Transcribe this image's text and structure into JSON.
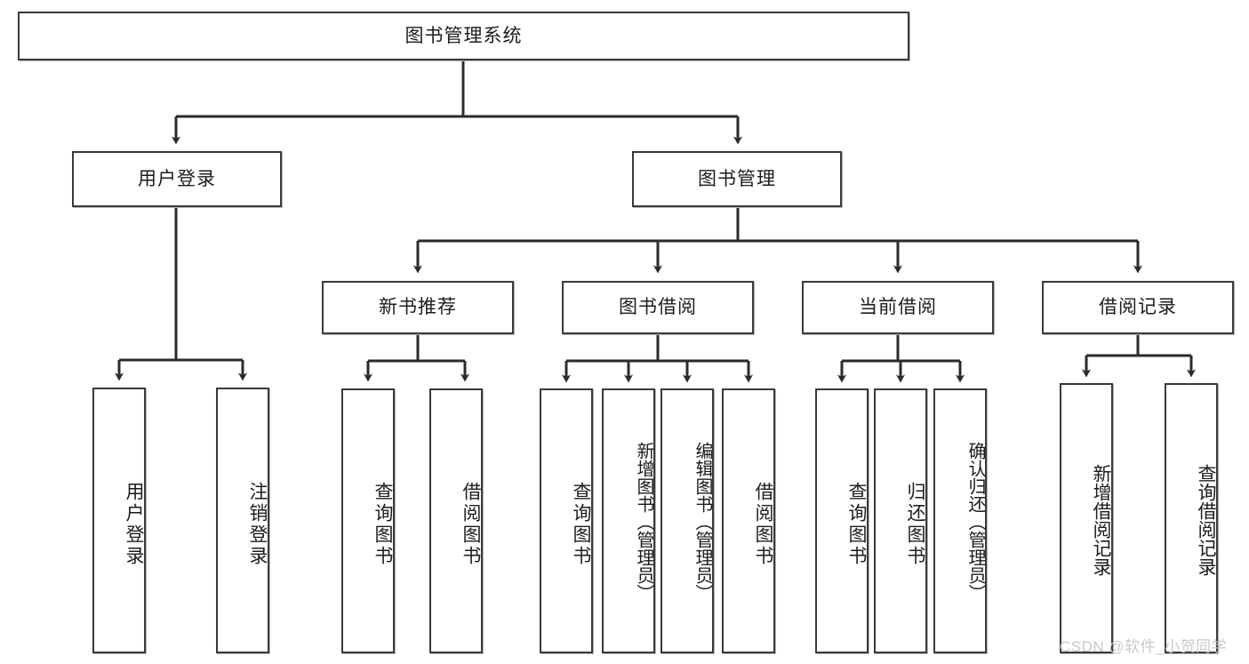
{
  "diagram": {
    "type": "function-tree",
    "title": "图书管理系统",
    "watermark": "CSDN @软件_小贺同学",
    "colors": {
      "box_border": "#3a3a3a",
      "box_fill": "#ffffff",
      "connector": "#2b2b2b",
      "text": "#1c1c1c",
      "watermark": "#c9c9c9"
    },
    "root": {
      "label": "图书管理系统"
    },
    "level2": [
      {
        "label": "用户登录"
      },
      {
        "label": "图书管理"
      }
    ],
    "level3": [
      {
        "label": "新书推荐"
      },
      {
        "label": "图书借阅"
      },
      {
        "label": "当前借阅"
      },
      {
        "label": "借阅记录"
      }
    ],
    "leaves": {
      "user_login": [
        {
          "label": "用户登录"
        },
        {
          "label": "注销登录"
        }
      ],
      "new_book_recommend": [
        {
          "label": "查询图书"
        },
        {
          "label": "借阅图书"
        }
      ],
      "book_borrow": [
        {
          "label": "查询图书"
        },
        {
          "label": "新增图书（管理员）"
        },
        {
          "label": "编辑图书（管理员）"
        },
        {
          "label": "借阅图书"
        }
      ],
      "current_borrow": [
        {
          "label": "查询图书"
        },
        {
          "label": "归还图书"
        },
        {
          "label": "确认归还（管理员）"
        }
      ],
      "borrow_record": [
        {
          "label": "新增借阅记录"
        },
        {
          "label": "查询借阅记录"
        }
      ]
    }
  }
}
